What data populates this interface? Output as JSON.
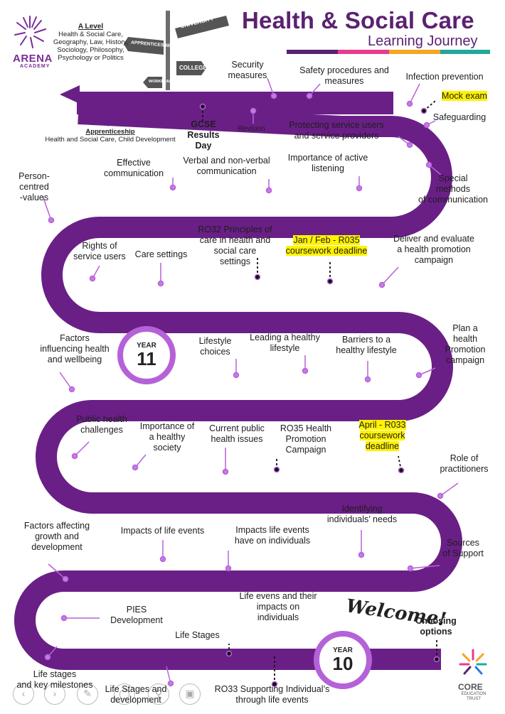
{
  "header": {
    "title": "Health & Social Care",
    "subtitle": "Learning Journey",
    "accent_colors": [
      "#5b2271",
      "#e63c8e",
      "#f5a623",
      "#21a89a"
    ]
  },
  "school": {
    "name": "ARENA",
    "sub": "ACADEMY"
  },
  "alevel": {
    "heading": "A Level",
    "subjects": "Health & Social Care, Geography, Law, History, Sociology, Philosophy, Psychology or Politics"
  },
  "signpost": {
    "signs": [
      "UNIVERSITY",
      "APPRENTICESHIP",
      "COLLEGE",
      "WORKPLACE"
    ]
  },
  "apprenticeship": {
    "heading": "Apprenticeship",
    "detail": "Health and Social Care, Child Development"
  },
  "years": {
    "year_label": "YEAR",
    "y11": "11",
    "y10": "10"
  },
  "welcome": "Welcome!",
  "trust": {
    "name": "CORE",
    "sub": "EDUCATION TRUST"
  },
  "road_color": "#6a1f86",
  "highlight_color": "#fff200",
  "milestones": [
    {
      "id": "gcse-results-day",
      "text": "GCSE Results\nDay",
      "style": "bold"
    },
    {
      "id": "revision",
      "text": "Revision",
      "style": "small"
    },
    {
      "id": "security-measures",
      "text": "Security\nmeasures"
    },
    {
      "id": "safety-procedures",
      "text": "Safety procedures and\nmeasures"
    },
    {
      "id": "infection-prevention",
      "text": "Infection prevention"
    },
    {
      "id": "mock-exam",
      "text": "Mock exam",
      "style": "hl"
    },
    {
      "id": "safeguarding",
      "text": "Safeguarding"
    },
    {
      "id": "protecting-service-users",
      "text": "Protecting service users\nand service providers"
    },
    {
      "id": "special-methods",
      "text": "Special\nmethods\nof communication"
    },
    {
      "id": "importance-active-listening",
      "text": "Importance of active\nlistening"
    },
    {
      "id": "verbal-non-verbal",
      "text": "Verbal and non-verbal\ncommunication"
    },
    {
      "id": "effective-communication",
      "text": "Effective\ncommunication"
    },
    {
      "id": "person-centred-values",
      "text": "Person-centred\n-values"
    },
    {
      "id": "rights-service-users",
      "text": "Rights of\nservice users"
    },
    {
      "id": "care-settings",
      "text": "Care settings"
    },
    {
      "id": "ro32-principles",
      "text": "RO32 Principles of\ncare in health and\nsocial care\nsettings"
    },
    {
      "id": "jan-feb-r035",
      "text": "Jan / Feb - R035\ncoursework deadline",
      "style": "hl"
    },
    {
      "id": "deliver-evaluate",
      "text": "Deliver and evaluate\na health promotion\ncampaign"
    },
    {
      "id": "plan-health-promotion",
      "text": "Plan a\nhealth\nPromotion\ncampaign"
    },
    {
      "id": "barriers-healthy-lifestyle",
      "text": "Barriers to a\nhealthy lifestyle"
    },
    {
      "id": "leading-healthy-lifestyle",
      "text": "Leading a healthy\nlifestyle"
    },
    {
      "id": "lifestyle-choices",
      "text": "Lifestyle\nchoices"
    },
    {
      "id": "factors-influencing-health",
      "text": "Factors\ninfluencing health\nand wellbeing"
    },
    {
      "id": "public-health-challenges",
      "text": "Public health\nchallenges"
    },
    {
      "id": "importance-healthy-society",
      "text": "Importance  of\na healthy\nsociety"
    },
    {
      "id": "current-public-health",
      "text": "Current public\nhealth issues"
    },
    {
      "id": "ro35-health-promotion",
      "text": "RO35 Health\nPromotion\nCampaign"
    },
    {
      "id": "april-r033",
      "text": "April - R033\ncoursework\ndeadline",
      "style": "hl"
    },
    {
      "id": "role-of-practitioners",
      "text": "Role of\npractitioners"
    },
    {
      "id": "identifying-needs",
      "text": "Identifying\nindividuals’ needs"
    },
    {
      "id": "impacts-life-events-individuals",
      "text": "Impacts life events\nhave on individuals"
    },
    {
      "id": "impacts-of-life-events",
      "text": "Impacts of life events"
    },
    {
      "id": "factors-affecting-growth",
      "text": "Factors affecting\ngrowth and\ndevelopment"
    },
    {
      "id": "sources-of-support",
      "text": "Sources\nof Support"
    },
    {
      "id": "life-evens-impacts",
      "text": "Life evens and their\nimpacts on\nindividuals"
    },
    {
      "id": "pies-development",
      "text": "PIES\nDevelopment"
    },
    {
      "id": "life-stages",
      "text": "Life Stages"
    },
    {
      "id": "choosing-options",
      "text": "Choosing\noptions",
      "style": "bold"
    },
    {
      "id": "life-stages-key-milestones",
      "text": "Life stages\nand key milestones"
    },
    {
      "id": "life-stages-development",
      "text": "Life Stages and\ndevelopment"
    },
    {
      "id": "ro33-supporting",
      "text": "RO33 Supporting Individual’s\nthrough life events"
    }
  ]
}
